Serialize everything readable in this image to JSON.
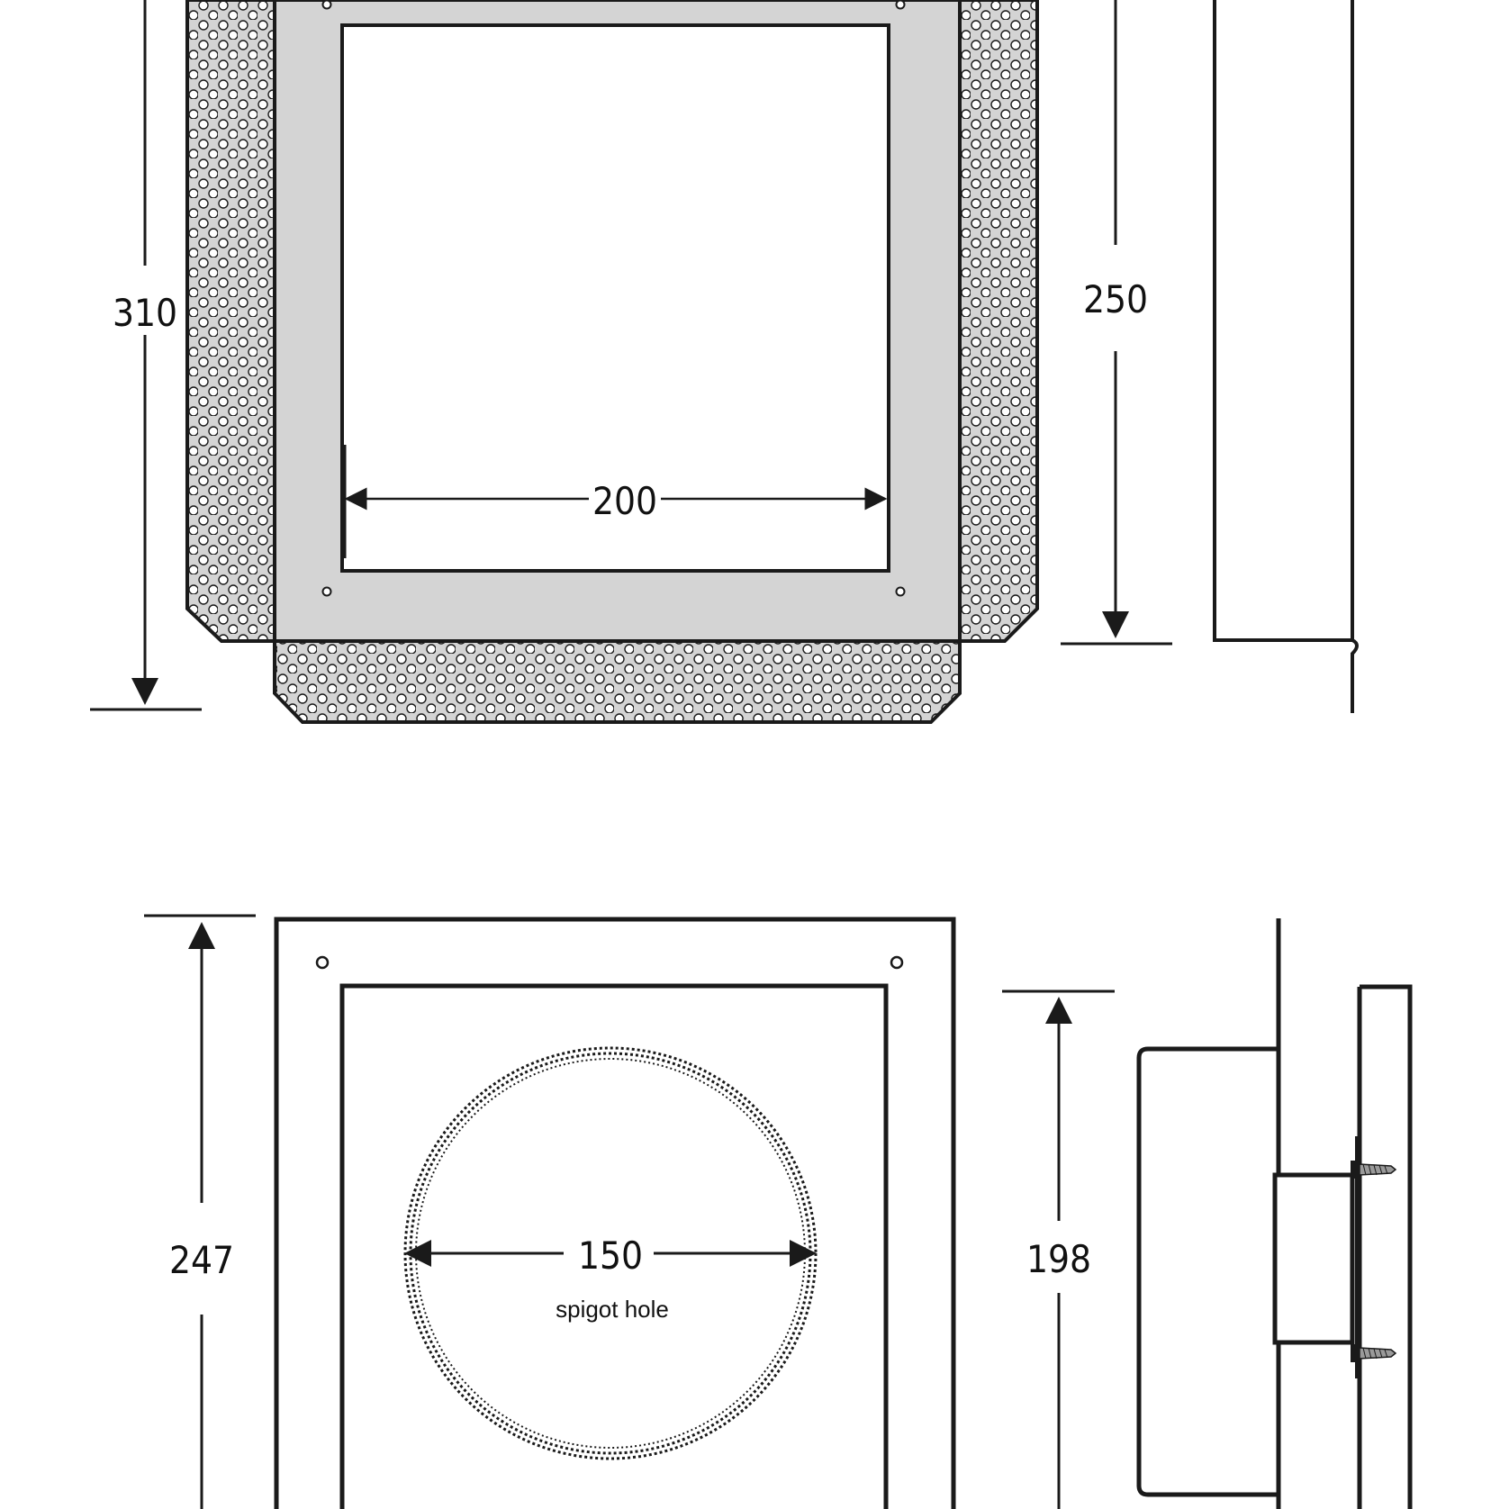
{
  "colors": {
    "line": "#1a1a1a",
    "plate_fill": "#d4d4d4",
    "paper": "#ffffff",
    "perforation": "#ffffff"
  },
  "top_view": {
    "dim_height_outer": "310",
    "dim_height_plate": "250",
    "dim_width_opening": "200"
  },
  "bottom_view": {
    "dim_height_outer": "247",
    "dim_height_inner": "198",
    "dim_spigot_diameter": "150",
    "spigot_label": "spigot hole"
  }
}
